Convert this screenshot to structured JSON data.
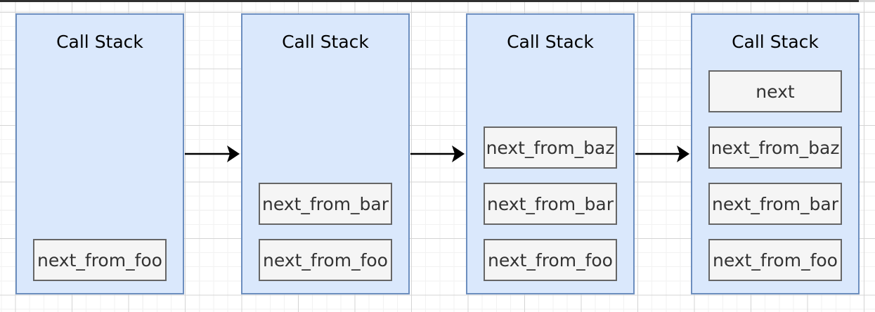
{
  "diagram": {
    "panels": [
      {
        "title": "Call Stack",
        "frames": [
          {
            "label": "next_from_foo"
          }
        ]
      },
      {
        "title": "Call Stack",
        "frames": [
          {
            "label": "next_from_bar"
          },
          {
            "label": "next_from_foo"
          }
        ]
      },
      {
        "title": "Call Stack",
        "frames": [
          {
            "label": "next_from_baz"
          },
          {
            "label": "next_from_bar"
          },
          {
            "label": "next_from_foo"
          }
        ]
      },
      {
        "title": "Call Stack",
        "frames": [
          {
            "label": "next"
          },
          {
            "label": "next_from_baz"
          },
          {
            "label": "next_from_bar"
          },
          {
            "label": "next_from_foo"
          }
        ]
      }
    ],
    "connectors": [
      {
        "from": 1,
        "to": 2
      },
      {
        "from": 2,
        "to": 3
      },
      {
        "from": 3,
        "to": 4
      }
    ],
    "colors": {
      "panel_fill": "#dae8fc",
      "panel_border": "#6c8ebf",
      "frame_fill": "#f5f5f5",
      "frame_border": "#666666",
      "arrow": "#000000",
      "grid_minor": "#f2f2f2",
      "grid_major": "#d4d4d4"
    }
  }
}
